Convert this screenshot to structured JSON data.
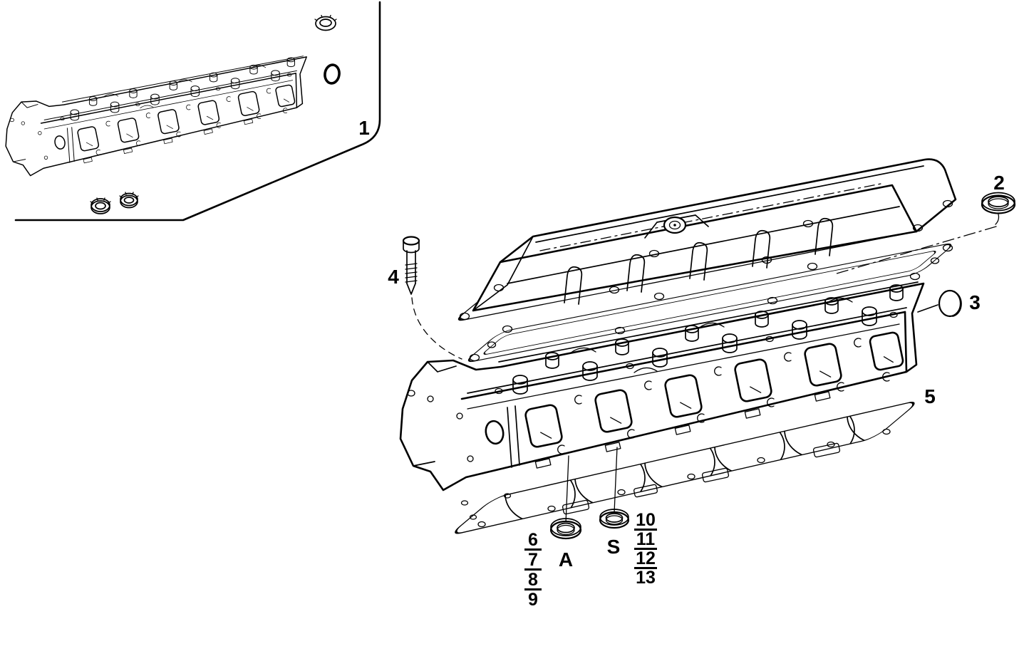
{
  "figure": {
    "kind": "exploded-parts-diagram",
    "subject": "engine cylinder head assembly",
    "inset": {
      "callout": "1"
    },
    "callouts": {
      "seal_ring": "2",
      "cap_plug": "3",
      "bolt": "4",
      "head_gasket": "5"
    },
    "stack_left": {
      "items": [
        "6",
        "7",
        "8",
        "9"
      ]
    },
    "stack_right": {
      "items": [
        "10",
        "11",
        "12",
        "13"
      ]
    },
    "washers": {
      "a": "A",
      "s": "S"
    }
  },
  "colors": {
    "ink": "#000000",
    "paper": "#ffffff"
  }
}
